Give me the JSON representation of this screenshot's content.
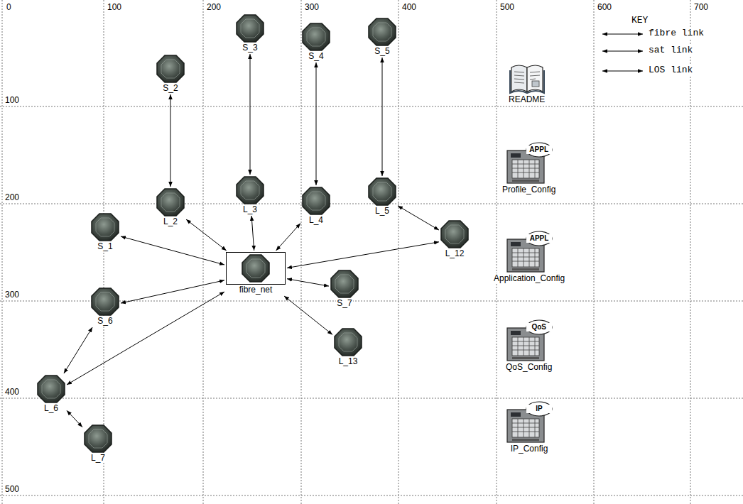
{
  "diagram": {
    "nodes": [
      {
        "text": [
          "S_2"
        ]
      },
      {
        "text": [
          "S_3"
        ]
      },
      {
        "text": [
          "S_4"
        ]
      },
      {
        "text": [
          "S_5"
        ]
      },
      {
        "text": [
          "L_2"
        ]
      },
      {
        "text": [
          "L_3"
        ]
      },
      {
        "text": [
          "L_4"
        ]
      },
      {
        "text": [
          "L_5"
        ]
      },
      {
        "text": [
          "S_1"
        ]
      },
      {
        "text": [
          "L_12"
        ]
      },
      {
        "text": [
          "fibre_net"
        ]
      },
      {
        "text": [
          "S_7"
        ]
      },
      {
        "text": [
          "S_6"
        ]
      },
      {
        "text": [
          "L_13"
        ]
      },
      {
        "text": [
          "L_6"
        ]
      },
      {
        "text": [
          "L_7"
        ]
      },
      {
        "text": [
          "README"
        ]
      },
      {
        "text": [
          "APPL",
          "Profile_Config"
        ]
      },
      {
        "text": [
          "APPL",
          "Application_Config"
        ]
      },
      {
        "text": [
          "QoS",
          "QoS_Config"
        ]
      },
      {
        "text": [
          "IP",
          "IP_Config"
        ]
      }
    ],
    "edges": [
      {
        "from": 0,
        "to": 4,
        "arrow": "both"
      },
      {
        "from": 1,
        "to": 5,
        "arrow": "both"
      },
      {
        "from": 2,
        "to": 6,
        "arrow": "both"
      },
      {
        "from": 3,
        "to": 7,
        "arrow": "both"
      },
      {
        "from": 4,
        "to": 10,
        "arrow": "both"
      },
      {
        "from": 5,
        "to": 10,
        "arrow": "both"
      },
      {
        "from": 6,
        "to": 10,
        "arrow": "both"
      },
      {
        "from": 7,
        "to": 9,
        "arrow": "both"
      },
      {
        "from": 8,
        "to": 10,
        "arrow": "both"
      },
      {
        "from": 9,
        "to": 10,
        "arrow": "both"
      },
      {
        "from": 11,
        "to": 10,
        "arrow": "both"
      },
      {
        "from": 13,
        "to": 10,
        "arrow": "both"
      },
      {
        "from": 12,
        "to": 10,
        "arrow": "both"
      },
      {
        "from": 14,
        "to": 10,
        "arrow": "both"
      },
      {
        "from": 12,
        "to": 14,
        "arrow": "both"
      },
      {
        "from": 14,
        "to": 15,
        "arrow": "both"
      }
    ],
    "labels": [
      "0",
      "100",
      "200",
      "300",
      "400",
      "500",
      "600",
      "700",
      "100",
      "200",
      "300",
      "400",
      "500",
      "KEY"
    ],
    "legend": [
      {
        "text": "fibre link"
      },
      {
        "text": "sat link"
      },
      {
        "text": "LOS link"
      }
    ]
  }
}
